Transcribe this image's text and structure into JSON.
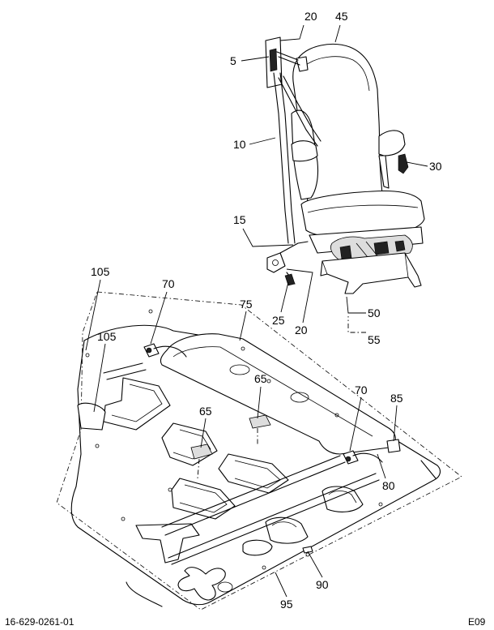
{
  "callouts": {
    "c5": "5",
    "c10": "10",
    "c15": "15",
    "c20_top": "20",
    "c20_bottom": "20",
    "c25": "25",
    "c30": "30",
    "c45": "45",
    "c50": "50",
    "c55": "55",
    "c65_left": "65",
    "c65_right": "65",
    "c70_left": "70",
    "c70_right": "70",
    "c75": "75",
    "c80": "80",
    "c85": "85",
    "c90": "90",
    "c95": "95",
    "c105_top": "105",
    "c105_mid": "105"
  },
  "footer": {
    "drawing_number": "16-629-0261-01",
    "sheet_code": "E09"
  }
}
